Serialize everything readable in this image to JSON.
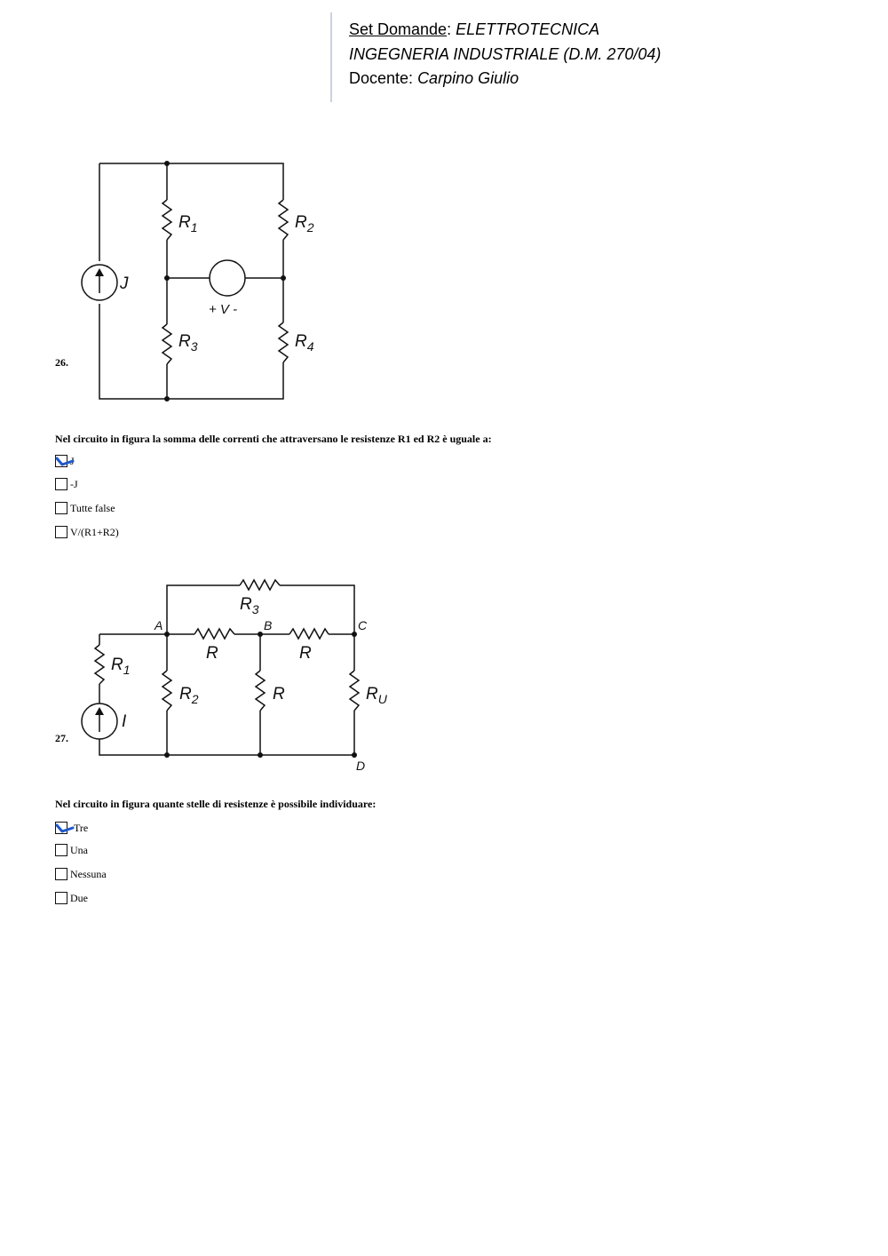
{
  "header": {
    "line1_label": "Set Domande",
    "line1_sep": ": ",
    "line1_value": "ELETTROTECNICA",
    "line2": "INGEGNERIA INDUSTRIALE (D.M. 270/04)",
    "line3_label": "Docente",
    "line3_sep": ": ",
    "line3_value": "Carpino Giulio"
  },
  "questions": [
    {
      "number": "26.",
      "text": "Nel circuito in figura la somma delle correnti che attraversano le resistenze R1 ed R2 è uguale a:",
      "figure": {
        "labels": {
          "r1": "R",
          "r1_sub": "1",
          "r2": "R",
          "r2_sub": "2",
          "r3": "R",
          "r3_sub": "3",
          "r4": "R",
          "r4_sub": "4",
          "source": "J",
          "voltage": "+ V -"
        }
      },
      "options": [
        {
          "label": "J",
          "checked": true
        },
        {
          "label": "-J",
          "checked": false
        },
        {
          "label": "Tutte false",
          "checked": false
        },
        {
          "label": "V/(R1+R2)",
          "checked": false
        }
      ]
    },
    {
      "number": "27.",
      "text": "Nel circuito in figura quante stelle di resistenze è possibile individuare:",
      "figure": {
        "labels": {
          "r1": "R",
          "r1_sub": "1",
          "r2": "R",
          "r2_sub": "2",
          "r3": "R",
          "r3_sub": "3",
          "ru": "R",
          "ru_sub": "U",
          "r_ab": "R",
          "r_bc": "R",
          "r_mid": "R",
          "source": "I",
          "node_a": "A",
          "node_b": "B",
          "node_c": "C",
          "node_d": "D"
        }
      },
      "options": [
        {
          "label": "Tre",
          "checked": true
        },
        {
          "label": "Una",
          "checked": false
        },
        {
          "label": "Nessuna",
          "checked": false
        },
        {
          "label": "Due",
          "checked": false
        }
      ]
    }
  ],
  "colors": {
    "check": "#1f57c9",
    "header_rule": "#c9d3df"
  }
}
